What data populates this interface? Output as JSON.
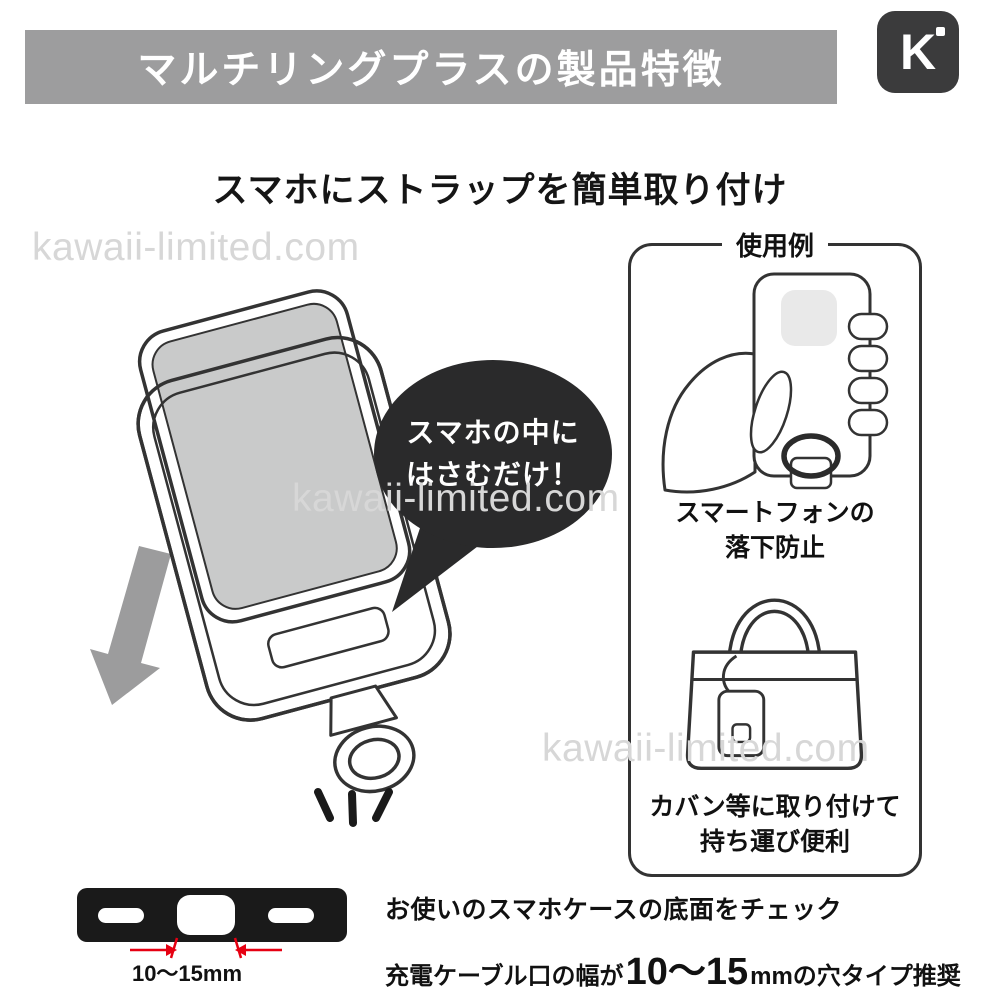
{
  "header": {
    "title": "マルチリングプラスの製品特徴"
  },
  "logo": {
    "letter": "K"
  },
  "subtitle": "スマホにストラップを簡単取り付け",
  "watermark": "kawaii-limited.com",
  "speech_bubble": {
    "line1": "スマホの中に",
    "line2": "はさむだけ！"
  },
  "usage_box": {
    "label": "使用例",
    "example1": {
      "line1": "スマートフォンの",
      "line2": "落下防止"
    },
    "example2": {
      "line1": "カバン等に取り付けて",
      "line2": "持ち運び便利"
    }
  },
  "strap_diagram": {
    "measurement": "10〜15mm"
  },
  "bottom_note": {
    "line1": "お使いのスマホケースの底面をチェック",
    "line2_prefix": "充電ケーブル口の幅が",
    "line2_highlight": "10〜15",
    "line2_suffix": "mmの穴タイプ推奨"
  },
  "colors": {
    "header_bg": "#9d9d9e",
    "logo_bg": "#3b3b3c",
    "bubble_bg": "#2a2a2b",
    "accent_red": "#e60012",
    "watermark": "#d7d7d7",
    "line_art": "#333333",
    "screen_gray": "#c9caca"
  }
}
